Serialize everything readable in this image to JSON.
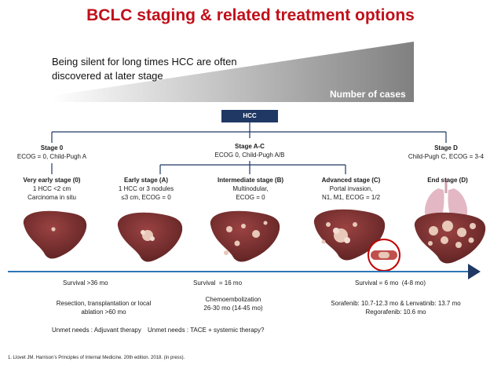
{
  "title": "BCLC staging & related treatment options",
  "intro": "Being silent for long times HCC are often discovered at later stage",
  "wedge_label": "Number of cases",
  "root": "HCC",
  "groups": {
    "stage0": {
      "title": "Stage 0",
      "sub": "ECOG = 0, Child-Pugh A"
    },
    "stageAC": {
      "title": "Stage A-C",
      "sub": "ECOG 0, Child-Pugh A/B"
    },
    "stageD": {
      "title": "Stage D",
      "sub": "Child-Pugh C, ECOG = 3-4"
    }
  },
  "stages": [
    {
      "title": "Very early stage (0)",
      "line1": "1 HCC <2 cm",
      "line2": "Carcinoma in situ"
    },
    {
      "title": "Early stage (A)",
      "line1": "1 HCC or 3 nodules",
      "line2": "≤3 cm, ECOG = 0"
    },
    {
      "title": "Intermediate stage (B)",
      "line1": "Multinodular,",
      "line2": "ECOG = 0"
    },
    {
      "title": "Advanced stage (C)",
      "line1": "Portal invasion,",
      "line2": "N1, M1, ECOG = 1/2"
    },
    {
      "title": "End stage (D)",
      "line1": "",
      "line2": ""
    }
  ],
  "survival": [
    "Survival >36 mo",
    "Survival  = 16 mo",
    "Survival = 6 mo  (4-8 mo)"
  ],
  "treatments": {
    "early_line1": "Resection, transplantation or local",
    "early_line2": "ablation >60 mo",
    "inter_line1": "Chemoembolization",
    "inter_line2": "26-30 mo (14-45 mo)",
    "adv_line1": "Sorafenib: 10.7-12.3 mo & Lenvatinib: 13.7 mo",
    "adv_line2": "Regorafenib: 10.6 mo"
  },
  "unmet": [
    "Unmet needs : Adjuvant therapy",
    "Unmet needs : TACE + systemic therapy?"
  ],
  "reference": "1. Llovet JM. Harrison’s Principles of Internal Medicine. 20th edition. 2018. (in press).",
  "colors": {
    "title": "#c0101a",
    "hcc_box": "#1f3864",
    "tree_lines": "#1f3864",
    "timeline": "#2e75b6",
    "liver": "#7b3030",
    "tumor": "#e8c8b8",
    "wedge": "#8c8c8c"
  }
}
